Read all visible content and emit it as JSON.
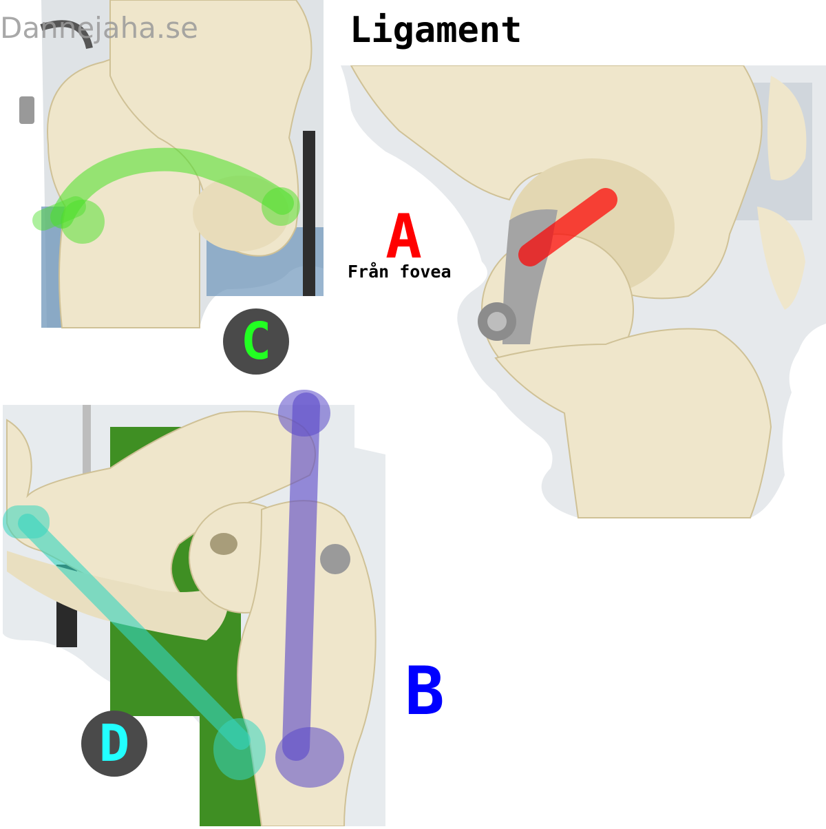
{
  "header": {
    "title": "Ligament",
    "watermark": "Dannejaha.se"
  },
  "labels": {
    "a": {
      "letter": "A",
      "caption": "Från fovea"
    },
    "b": {
      "letter": "B"
    },
    "c": {
      "letter": "C"
    },
    "d": {
      "letter": "D"
    }
  },
  "colors": {
    "bone": "#efe6cb",
    "bone_shade": "#d8cba4",
    "background_photo": "#e9ecef",
    "green_stand": "#3f8f23",
    "blue_cloth": "#6d95ba",
    "metal": "#9a9a9a",
    "ligament_a": "#ff0000",
    "ligament_b": "#5a48c8",
    "ligament_c": "#4be02a",
    "ligament_d": "#36d6c0",
    "letter_a": "#ff0000",
    "letter_b": "#0000ff",
    "letter_c": "#22ff22",
    "letter_d": "#22ffff",
    "badge_bg": "#4a4a4a"
  }
}
